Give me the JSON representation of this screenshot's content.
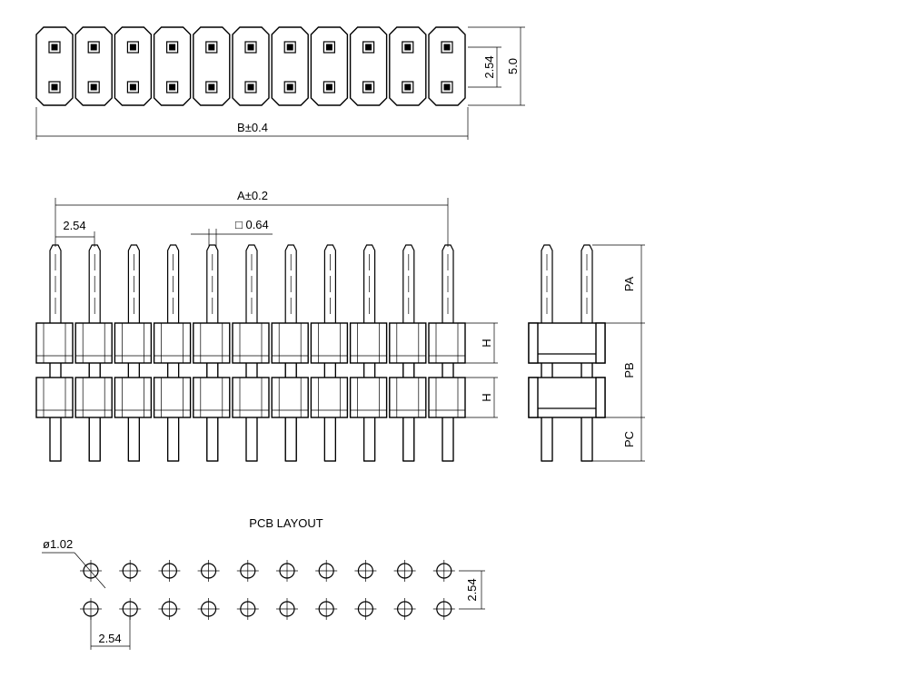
{
  "top_view": {
    "pitch_label": "2.54",
    "height_label": "5.0",
    "length_label": "B±0.4",
    "pin_columns": 11
  },
  "front_view": {
    "span_label": "A±0.2",
    "pitch_label": "2.54",
    "pin_size_label": "□ 0.64",
    "housing_label_upper": "H",
    "housing_label_lower": "H"
  },
  "side_view": {
    "pa_label": "PA",
    "pb_label": "PB",
    "pc_label": "PC"
  },
  "pcb_layout": {
    "title": "PCB LAYOUT",
    "hole_label": "ø1.02",
    "pitch_h_label": "2.54",
    "pitch_v_label": "2.54",
    "hole_columns": 10
  }
}
